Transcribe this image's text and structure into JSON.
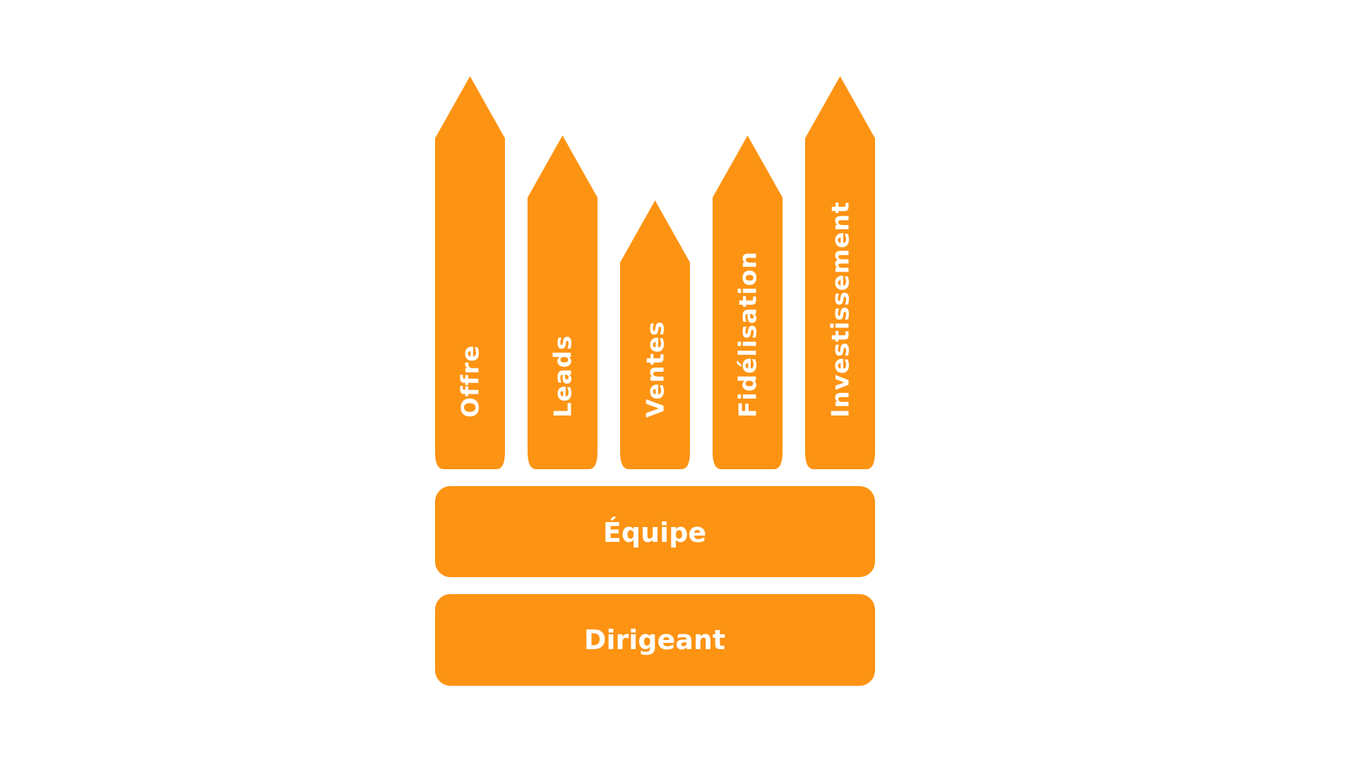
{
  "colors": {
    "accent": "#FD9312",
    "text": "#FFFFFF",
    "background": "#FFFFFF"
  },
  "pillars": [
    {
      "label": "Offre",
      "height_rank": "tallest"
    },
    {
      "label": "Leads",
      "height_rank": "medium"
    },
    {
      "label": "Ventes",
      "height_rank": "shortest"
    },
    {
      "label": "Fidélisation",
      "height_rank": "medium"
    },
    {
      "label": "Investissement",
      "height_rank": "tallest"
    }
  ],
  "foundation": [
    {
      "label": "Équipe"
    },
    {
      "label": "Dirigeant"
    }
  ]
}
